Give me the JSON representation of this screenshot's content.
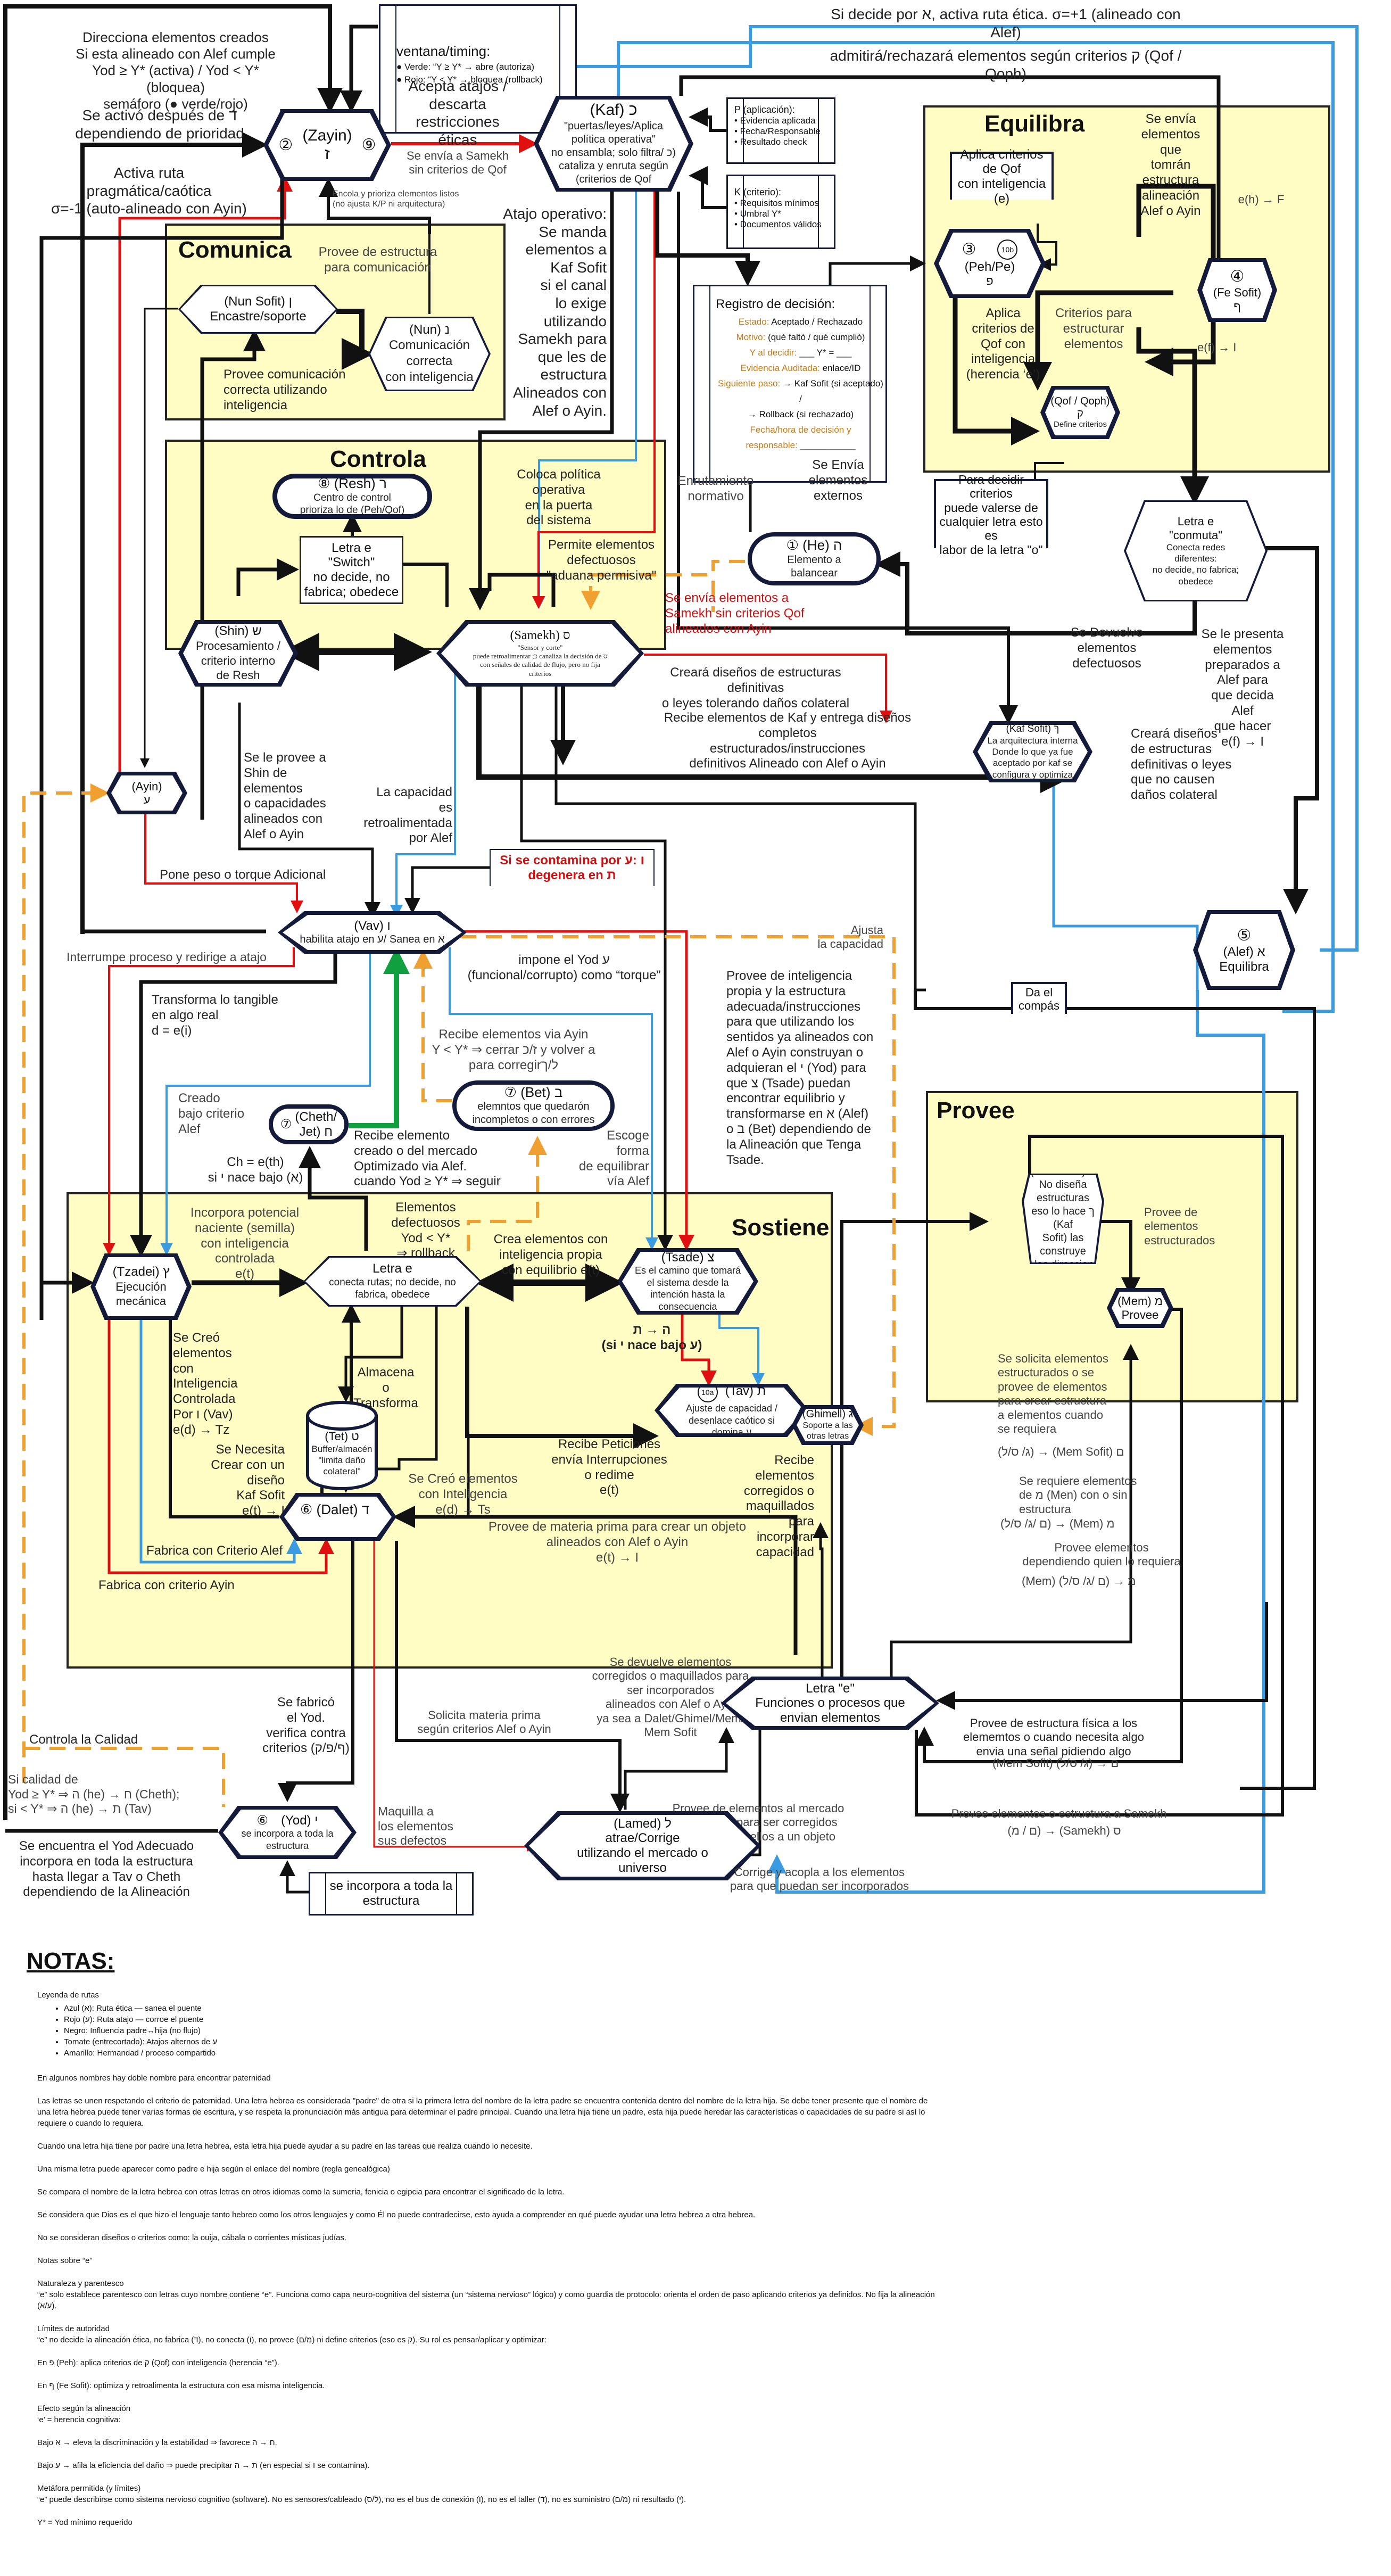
{
  "top": {
    "direcciona": "Direcciona elementos creados\nSi esta alineado con Alef cumple\nYod ≥ Y* (activa) / Yod < Y* (bloquea)\nsemáforo (● verde/rojo)",
    "ventana_title": "ventana/timing:",
    "ventana_verde": "● Verde: “Y ≥ Y* → abre (autoriza)",
    "ventana_rojo": "● Rojo: “Y < Y* → bloquea (rollback)",
    "decide_alef": "Si decide por א, activa ruta ética. σ=+1 (alineado con Alef)",
    "admitira": "admitirá/rechazará elementos según criterios ק (Qof / Qoph)",
    "activo_despues": "Se activó después de ד\ndependiendo de prioridad",
    "activa_ruta": "Activa ruta\npragmática/caótica\nσ=-1 (auto-alineado con Ayin)",
    "acepta_atajos": "Acepta atajos /\ndescarta\nrestricciones\néticas",
    "envia_samekh": "Se envía a Samekh\nsin criterios de Qof",
    "encola": "Encola y prioriza elementos listos\n(no ajusta K/P ni arquitectura)",
    "atajo_operativo": "Atajo operativo:\nSe manda\nelementos a\nKaf Sofit\nsi el canal\nlo exige\nutilizando\nSamekh para\nque les de\nestructura\nAlineados con\nAlef o Ayin."
  },
  "nodes": {
    "zayin": {
      "num_left": "②",
      "num_right": "⑨",
      "name": "(Zayin)",
      "letter": "ז"
    },
    "kaf": {
      "name": "(Kaf) כ",
      "desc": "\"puertas/leyes/Aplica\npolítica operativa\"\nno ensambla; solo filtra/ כ)\ncataliza y enruta según\n(criterios de Qof"
    },
    "nun_sofit": {
      "name": "(Nun Sofit) ן",
      "desc": "Encastre/soporte"
    },
    "nun": {
      "name": "(Nun) נ",
      "desc": "Comunicación\ncorrecta\ncon inteligencia"
    },
    "resh": {
      "num": "⑧",
      "name": "(Resh) ר",
      "desc": "Centro de control\nprioriza lo de (Peh/Qof)"
    },
    "switch": {
      "desc": "Letra e\n\"Switch\"\nno decide, no\nfabrica; obedece"
    },
    "shin": {
      "name": "(Shin) ש",
      "desc": "Procesamiento /\ncriterio interno\nde Resh"
    },
    "samekh": {
      "name": "(Samekh) ס",
      "desc": "\"Sensor y corte\"\npuede retroalimentar ;כ canaliza la decisión de ס\ncon señales de calidad de flujo, pero no fija\ncriterios"
    },
    "ayin": {
      "name": "(Ayin)",
      "letter": "ע"
    },
    "peh": {
      "num": "③",
      "badge": "10b",
      "name": "(Peh/Pe)",
      "letter": "פ"
    },
    "fe_sofit": {
      "num": "④",
      "name": "(Fe Sofit)",
      "letter": "ף"
    },
    "qof": {
      "name": "(Qof / Qoph)",
      "letter": "ק",
      "desc": "Define criterios"
    },
    "he": {
      "num": "①",
      "name": "(He) ה",
      "desc": "Elemento a\nbalancear"
    },
    "conmuta": {
      "desc_title": "Letra e\n\"conmuta\"",
      "desc": "Conecta redes\ndiferentes:\nno decide, no fabrica;\nobedece"
    },
    "kaf_sofit": {
      "name": "(Kaf Sofit) ךּ",
      "desc": "La arquitectura interna\nDonde lo que ya fue\naceptado por kaf se\nconfigura y optimiza"
    },
    "alef": {
      "num": "⑤",
      "name": "(Alef) א",
      "desc": "Equilibra"
    },
    "vav": {
      "name": "(Vav) ו",
      "desc": "habilita atajo en ע/  Sanea en א"
    },
    "cheth": {
      "num": "⑦",
      "name": "(Cheth/\nJet) ח"
    },
    "bet": {
      "num": "⑦",
      "name": "(Bet) ב",
      "desc": "elemntos que quedarón\nincompletos o con errores"
    },
    "tzadei": {
      "name": "(Tzadei) ץ",
      "desc": "Ejecución\nmecánica"
    },
    "letra_e_sostiene": {
      "name": "Letra e",
      "desc": "conecta rutas; no decide, no\nfabrica, obedece"
    },
    "tsade": {
      "name": "(Tsade) צ",
      "desc": "Es el camino que tomará\nel sistema desde la\nintención hasta la\nconsecuencia"
    },
    "tet": {
      "name": "(Tet) ט",
      "desc": "Buffer/almacén\n\"limita daño\ncolateral\""
    },
    "tav": {
      "badge": "10a",
      "name": "(Tav) ת",
      "desc": "Ajuste de capacidad /\ndesenlace caótico si\ndomina ע"
    },
    "dalet": {
      "num": "⑥",
      "name": "(Dalet) ד"
    },
    "mem_sofit": {
      "name": "(Mem Sofit) ם",
      "desc": "No diseña\nestructuras\neso lo hace ךּ (Kaf\nSofit) las construye\ny las direcciona"
    },
    "mem": {
      "name": "(Mem) מ",
      "desc": "Provee"
    },
    "ghimel": {
      "name": "(Ghimell) ג",
      "desc": "Soporte a las\notras letras"
    },
    "letra_e_funciones": {
      "name": "Letra \"e\"",
      "desc": "Funciones o procesos que\nenvian elementos"
    },
    "yod": {
      "num": "⑥",
      "name": "(Yod) י",
      "desc": "se incorpora a toda la\nestructura"
    },
    "lamed": {
      "name": "(Lamed) ל",
      "desc": "atrae/Corrige\nutilizando el mercado o\nuniverso"
    }
  },
  "boxes": {
    "p_aplicacion": {
      "title": "P (aplicación):",
      "items": [
        "• Evidencia aplicada",
        "• Fecha/Responsable",
        "• Resultado check"
      ]
    },
    "k_criterio": {
      "title": "K (criterio):",
      "items": [
        "• Requisitos mínimos",
        "• Umbral Y*",
        "• Documentos válidos"
      ]
    },
    "registro": {
      "title": "Registro de decisión:",
      "rows": [
        {
          "k": "Estado:",
          "v": " Aceptado / Rechazado"
        },
        {
          "k": "Motivo:",
          "v": " (qué faltó / qué cumplió)"
        },
        {
          "k": "Y al decidir:",
          "v": " ___   Y* = ___"
        },
        {
          "k": "Evidencia Auditada:",
          "v": " enlace/ID"
        },
        {
          "k": "Siguiente paso:",
          "v": " → Kaf Sofit (si aceptado) /"
        },
        {
          "k": "",
          "v": "→ Rollback (si rechazado)"
        },
        {
          "k": "Fecha/hora de decisión y",
          "v": ""
        },
        {
          "k": "responsable:",
          "v": " ___________"
        }
      ]
    },
    "aplica_qof_doc": "Aplica criterios de Qof\ncon inteligencia (e)",
    "para_decidir_doc": "Para decidir criterios\npuede valerse de\ncualquier letra esto es\nlabor de la letra \"o\"",
    "contamina_doc": "Si se contamina por ו :ע\ndegenera en ת",
    "da_compas_doc": "Da el\ncompás",
    "se_incorpora_box": "se incorpora a toda la\nestructura"
  },
  "regions": {
    "comunica": "Comunica",
    "controla": "Controla",
    "equilibra": "Equilibra",
    "sostiene": "Sostiene",
    "provee": "Provee"
  },
  "labels": {
    "provee_estructura_com": "Provee de estructura\npara comunicación",
    "provee_comunicacion": "Provee comunicación\ncorrecta utilizando\ninteligencia",
    "coloca_politica": "Coloca política\noperativa\nen la puerta\ndel sistema",
    "permite_defectuosos": "Permite elementos\ndefectuosos\n\"aduana permisiva\"",
    "enrutamiento": "Enrutamiento\nnormativo",
    "se_envia_externos": "Se Envía\nelementos\nexternos",
    "se_envia_tomran": "Se envía\nelementos\nque\ntomrán\nestructura\nalineación\nAlef o Ayin",
    "e_h_F": "e(h) → F",
    "e_f_I_top": "e(f) → I",
    "aplica_herencia": "Aplica\ncriterios de\nQof con\ninteligencia\n(herencia ‘e’)",
    "criterios_estructurar": "Criterios para\nestructurar\nelementos",
    "se_envia_samekh_red": "Se envía elementos a\nSamekh sin criterios Qof\nalineados con Ayin",
    "se_devuelve_defectuosos": "Se Devuelve\nelementos\ndefectuosos",
    "se_le_presenta": "Se le presenta\nelementos\npreparados a\nAlef para\nque decida\nAlef\nque hacer\ne(f) → I",
    "creara_tolerando": "Creará diseños de estructuras definitivas\no leyes tolerando daños colateral",
    "recibe_kaf": "Recibe elementos de Kaf y entrega diseños completos\nestructurados/instrucciones\ndefinitivos Alineado con Alef o Ayin",
    "creara_no_causen": "Creará diseños\nde estructuras\ndefinitivas o leyes\nque no causen\ndaños colateral",
    "se_le_provee_shin": "Se le provee a\nShin de\nelementos\no capacidades\nalineados con\nAlef o Ayin",
    "capacidad_retro": "La capacidad\nes\nretroalimentada\npor Alef",
    "pone_peso": "Pone peso o torque Adicional",
    "interrumpe": "Interrumpe proceso y redirige a atajo",
    "impone_yod": "impone el Yod ע\n(funcional/corrupto) como “torque”",
    "ajusta_capacidad": "Ajusta\nla capacidad",
    "provee_inteligencia": "Provee de inteligencia\npropia y la estructura\nadecuada/instrucciones\npara que utilizando los\nsentidos ya alineados con\nAlef o Ayin construyan o\nadquieran el י (Yod) para\nque צ (Tsade) puedan\nencontrar equilibrio y\ntransformarse en א (Alef)\no ב (Bet) dependiendo de\nla Alineación que Tenga\nTsade.",
    "transforma": "Transforma lo  tangible\nen algo real\nd = e(i)",
    "recibe_via_ayin": "Recibe elementos via Ayin\nY < Y* ⇒ cerrar ז/כ  y volver a\npara corregirל/ך",
    "creado_bajo": "Creado\nbajo criterio\nAlef",
    "ch_eth": "Ch = e(th)\nsi י nace bajo (א)",
    "recibe_elemento": "Recibe elemento\ncreado o del mercado\nOptimizado via Alef.\ncuando Yod ≥ Y* ⇒ seguir",
    "escoge_forma": "Escoge\nforma\nde equilibrar\nvía Alef",
    "incorpora_potencial": "Incorpora potencial\nnaciente (semilla)\ncon inteligencia\ncontrolada\ne(t)",
    "elementos_defectuosos": "Elementos\ndefectuosos\nYod < Y*\n⇒ rollback",
    "crea_elementos": "Crea elementos con\ninteligencia propia\ncon equilibrio e(t)",
    "se_creo_vav": "Se Creó\nelementos\ncon\nInteligencia\nControlada\nPor ו (Vav)\ne(d) → Tz",
    "almacena": "Almacena\no\nTransforma",
    "he_tav": "ה → ת\n(si י nace bajo ע)",
    "se_necesita": "Se Necesita\nCrear con un\ndiseño\nKaf Sofit\ne(t) → I",
    "se_creo_ts": "Se Creó elementos\ncon Inteligencia\ne(d) → Ts",
    "recibe_peticiones": "Recibe Peticiones\nenvía Interrupciones\no redime\ne(t)",
    "provee_materia": "Provee de materia prima para crear un objeto\nalineados con Alef o Ayin\ne(t) → I",
    "fabrica_alef": "Fabrica con Criterio Alef",
    "fabrica_ayin": "Fabrica con criterio Ayin",
    "provee_estructurados": "Provee de\nelementos\nestructurados",
    "se_solicita": "Se solicita elementos\nestructurados o se\nprovee de elementos\npara crear estructura\na elementos cuando\nse requiera",
    "lgo_mem_sofit": "(ג/ ס/ל) → (Mem Sofit) ם",
    "recibe_corregidos": "Recibe\nelementos\ncorregidos o\nmaquillados\npara\nincorporar\ncapacidad",
    "se_requiere_mem": "Se requiere elementos\nde מ (Men) con o sin\nestructura",
    "lgm_mem": "(ם /ג/ ס/ל) → (Mem) מ",
    "provee_dependiendo": "Provee elementos\ndependiendo quien lo requiera",
    "mem_lgm": "(Mem) מ → (ם /ג/ ס/ל)",
    "controla_calidad": "Controla la Calidad",
    "se_fabrico_yod": "Se fabricó\nel Yod.\nverifica contra\ncriterios (ף/פ/ק)",
    "solicita_materia": "Solicita materia prima\nsegún criterios Alef o Ayin",
    "se_devuelve_corregidos": "Se devuelve elementos\ncorregidos o maquillados para\nser incorporados\nalineados con Alef o Ayin\nya sea a Dalet/Ghimel/Mem/\nMem Sofit",
    "provee_estructura_fisica": "Provee de estructura física a los\nelememtos o cuando necesita algo\nenvia una señal pidiendo algo",
    "memsofit_lg": "(Mem Sofit) ם → (ג/ ס/ל)",
    "si_calidad": "Si calidad de\n Yod ≥ Y* ⇒ ה (he) → ח (Cheth);\nsi < Y* ⇒ ה (he) → ת (Tav)",
    "maquilla": "Maquilla a\nlos elementos\nsus defectos",
    "provee_mercado": "Provee de elementos al mercado\no universo para ser corregidos\no proveer de ellos a un objeto",
    "provee_samekh": "Provee elementos o estructura a Samekh",
    "mm_samekh": "(ם / מ) → (Samekh) ס",
    "se_encuentra_yod": "Se encuentra el Yod Adecuado\nincorpora en toda la estructura\nhasta llegar a Tav o Cheth\ndependiendo de la Alineación",
    "corrige_acopla": "Corrige y acopla a los elementos\npara que puedan ser incorporados"
  },
  "colors": {
    "region_fill": "#fffcc4",
    "node_border": "#131a3a",
    "blue_route": "#3a9be0",
    "red_route": "#e01010",
    "black_route": "#111111",
    "orange_dashed": "#f0a030",
    "green_route": "#10a040",
    "registro_key": "#c47a10"
  },
  "notes": {
    "title": "NOTAS:",
    "legend_title": "Leyenda de rutas",
    "legend": [
      "Azul (א): Ruta ética — sanea el puente",
      "Rojo (ע): Ruta atajo — corroe el puente",
      "Negro: Influencia padre↔hija (no flujo)",
      "Tomate (entrecortado): Atajos alternos de ע",
      "Amarillo: Hermandad / proceso compartido"
    ],
    "paragraphs": [
      "En algunos nombres hay doble nombre para encontrar paternidad",
      "Las letras se unen respetando el criterio de paternidad. Una letra hebrea es considerada \"padre\" de otra si la primera letra del nombre de la letra padre se encuentra contenida dentro del nombre de la letra hija. Se debe tener presente que el nombre de una letra hebrea puede tener varias formas de escritura, y se respeta la pronunciación más antigua para determinar el padre principal. Cuando una letra hija tiene un padre, esta hija puede heredar las características o capacidades de su padre si así lo requiere o cuando lo requiera.",
      "Cuando una letra hija tiene por padre una letra hebrea, esta letra hija puede ayudar a su padre en las tareas que realiza cuando lo necesite.",
      "Una misma letra puede aparecer como padre e hija según el enlace del nombre (regla genealógica)",
      "Se compara el nombre de la letra hebrea con otras letras en otros idiomas como la sumeria, fenicia o egipcia para encontrar el significado de la letra.",
      "Se considera que Dios es el que hizo el lenguaje tanto hebreo como los otros lenguajes y como Él no puede contradecirse, esto ayuda a comprender en qué puede ayudar una letra hebrea a otra hebrea.",
      "No se consideran diseños o criterios como: la ouija, cábala o corrientes místicas judías.",
      "Notas sobre “e”",
      "Naturaleza y parentesco\n“e” solo establece parentesco con letras cuyo nombre contiene “e”. Funciona como capa neuro-cognitiva del sistema (un “sistema nervioso” lógico) y como guardia de protocolo: orienta el orden de paso aplicando criterios ya definidos. No fija la alineación (ע/א).",
      "Límites de autoridad\n“e” no decide la alineación ética, no fabrica (ד), no conecta (ו), no provee (מ/ם) ni define criterios (eso es ק). Su rol es pensar/aplicar y optimizar:",
      "En פ (Peh): aplica criterios de ק (Qof) con inteligencia (herencia “e”).",
      "En ף (Fe Sofit): optimiza y retroalimenta la estructura con esa misma inteligencia.",
      "Efecto según la alineación\n‘e’ = herencia cognitiva:",
      "Bajo א → eleva la discriminación y la estabilidad ⇒ favorece ח → ה.",
      "Bajo ע → afila la eficiencia del daño ⇒ puede precipitar ת → ה (en especial si ו se contamina).",
      "Metáfora permitida (y límites)\n“e” puede describirse como sistema nervioso cognitivo (software). No es sensores/cableado (ל/ס), no es el bus de conexión (ו), no es el taller (ד), no es suministro (מ/ם) ni resultado (י).",
      "Y* = Yod mínimo requerido"
    ]
  }
}
